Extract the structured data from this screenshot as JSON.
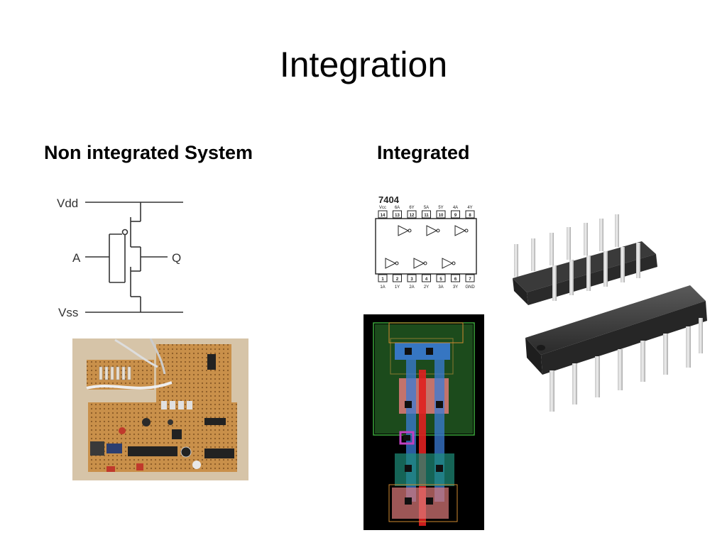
{
  "slide": {
    "title": "Integration",
    "left_heading": "Non integrated System",
    "right_heading": "Integrated"
  },
  "inverter_schematic": {
    "vdd_label": "Vdd",
    "input_label": "A",
    "output_label": "Q",
    "vss_label": "Vss"
  },
  "chip_7404": {
    "part_number": "7404",
    "top_pin_names": [
      "Vcc",
      "6A",
      "6Y",
      "5A",
      "5Y",
      "4A",
      "4Y"
    ],
    "top_pin_numbers": [
      "14",
      "13",
      "12",
      "11",
      "10",
      "9",
      "8"
    ],
    "bottom_pin_numbers": [
      "1",
      "2",
      "3",
      "4",
      "5",
      "6",
      "7"
    ],
    "bottom_pin_names": [
      "1A",
      "1Y",
      "2A",
      "2Y",
      "3A",
      "3Y",
      "GND"
    ]
  },
  "colors": {
    "layout_background": "#000000",
    "nwell": "#2e7d2e",
    "diffusion": "#e07a7a",
    "poly": "#e02020",
    "metal1": "#3a7bd5",
    "contact": "#101010",
    "pcb_board": "#d8a25a"
  }
}
